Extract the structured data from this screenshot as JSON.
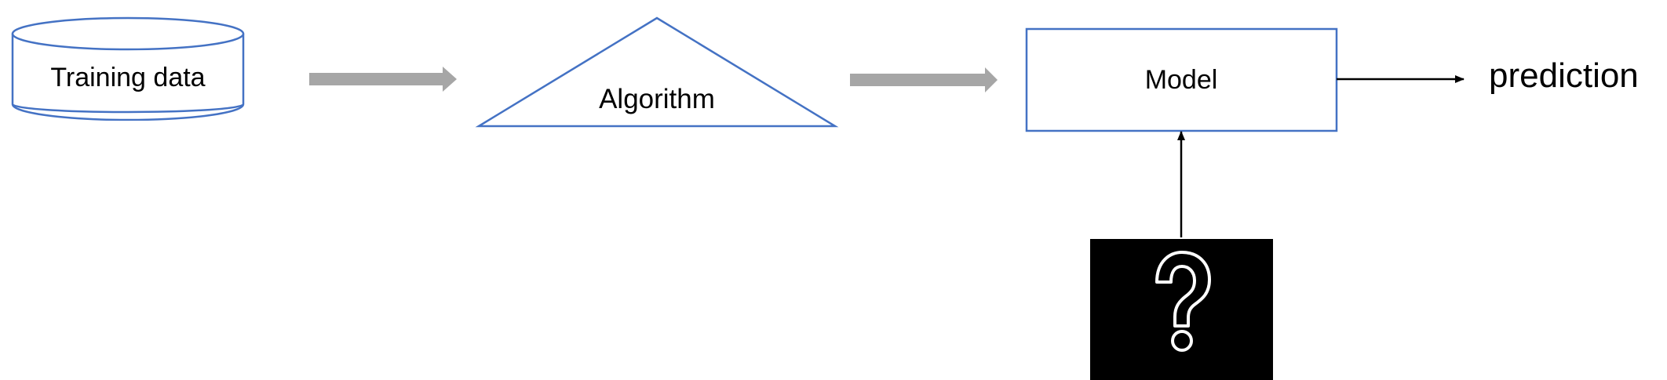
{
  "nodes": {
    "training_data": {
      "label": "Training data",
      "shape": "cylinder"
    },
    "algorithm": {
      "label": "Algorithm",
      "shape": "triangle"
    },
    "model": {
      "label": "Model",
      "shape": "rectangle"
    },
    "prediction": {
      "label": "prediction"
    },
    "unknown_input": {
      "icon": "question-mark-icon",
      "shape": "black-box"
    }
  },
  "edges": [
    {
      "from": "training_data",
      "to": "algorithm",
      "style": "thick-gray-arrow"
    },
    {
      "from": "algorithm",
      "to": "model",
      "style": "thick-gray-arrow"
    },
    {
      "from": "model",
      "to": "prediction",
      "style": "thin-black-arrow"
    },
    {
      "from": "unknown_input",
      "to": "model",
      "style": "thin-black-arrow"
    }
  ],
  "colors": {
    "node_stroke": "#4472C4",
    "flow_arrow": "#A6A6A6",
    "line_arrow": "#000000",
    "box_fill": "#000000",
    "icon_stroke": "#FFFFFF"
  }
}
